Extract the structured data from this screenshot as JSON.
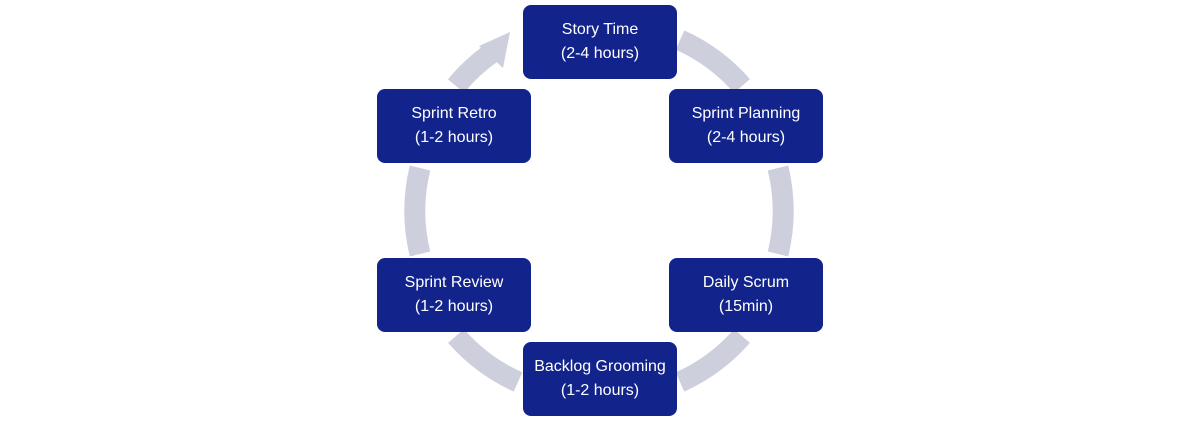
{
  "diagram": {
    "type": "cycle",
    "colors": {
      "box": "#12238c",
      "box_text": "#ffffff",
      "ring": "#cdcfdd"
    },
    "steps": [
      {
        "title": "Story Time",
        "duration": "(2-4 hours)"
      },
      {
        "title": "Sprint Planning",
        "duration": "(2-4 hours)"
      },
      {
        "title": "Daily Scrum",
        "duration": "(15min)"
      },
      {
        "title": "Backlog Grooming",
        "duration": "(1-2 hours)"
      },
      {
        "title": "Sprint Review",
        "duration": "(1-2 hours)"
      },
      {
        "title": "Sprint Retro",
        "duration": "(1-2 hours)"
      }
    ]
  }
}
